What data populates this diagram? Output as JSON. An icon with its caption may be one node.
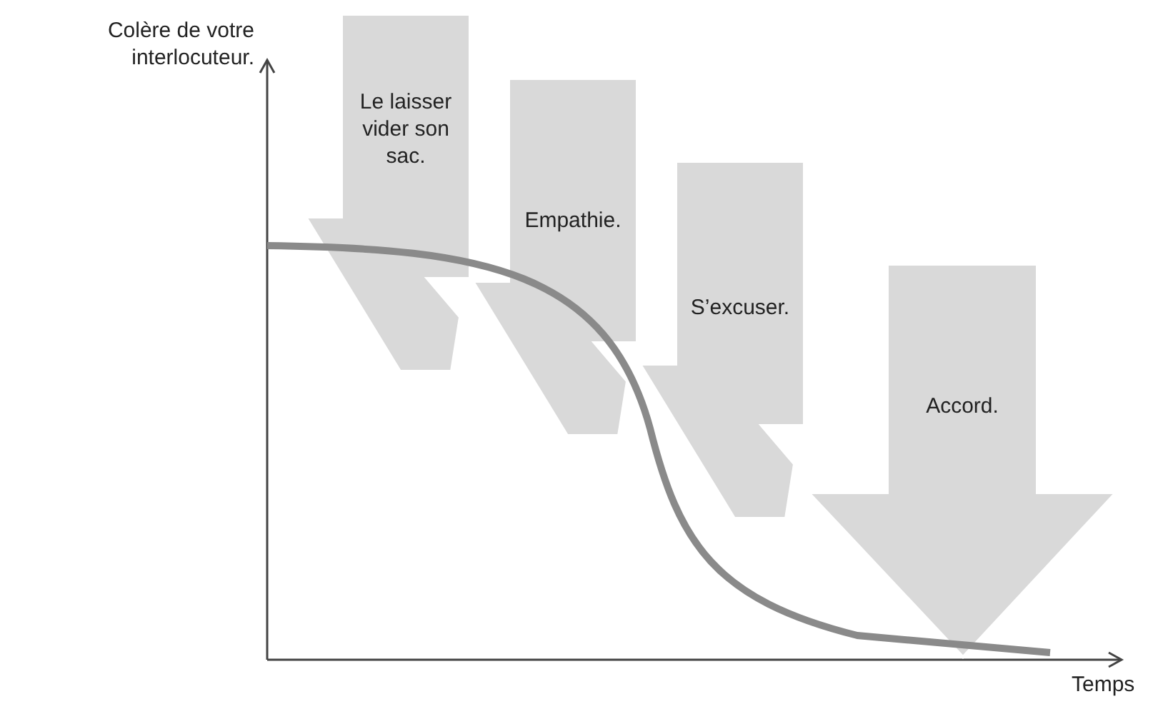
{
  "diagram": {
    "nodes": [
      {
        "text": [
          "Le laisser vider son sac."
        ]
      },
      {
        "text": [
          "Empathie."
        ]
      },
      {
        "text": [
          "S’excuser."
        ]
      },
      {
        "text": [
          "Accord."
        ]
      }
    ],
    "labels": [
      "Colère de votre interlocuteur.",
      "Temps"
    ]
  }
}
